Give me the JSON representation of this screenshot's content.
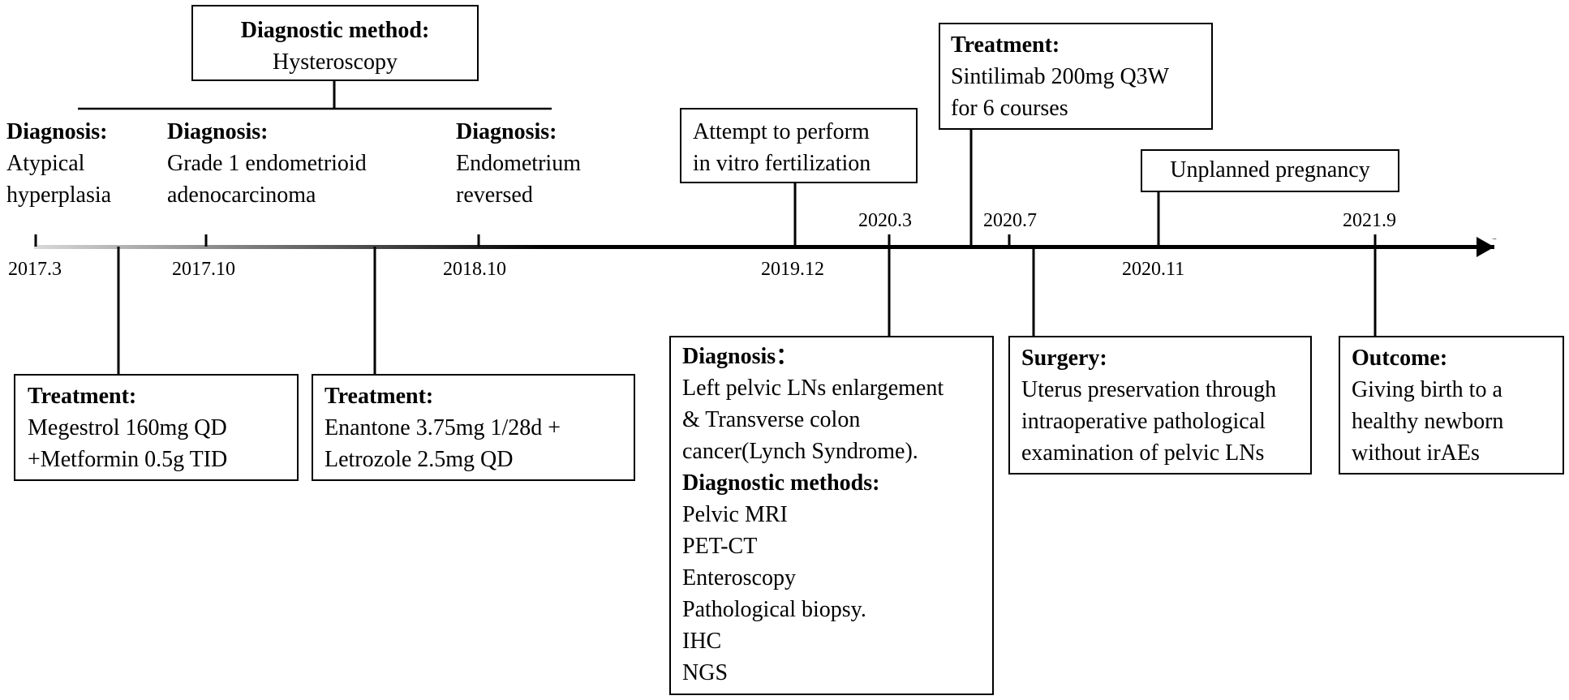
{
  "top_method": {
    "heading": "Diagnostic method:",
    "text": "Hysteroscopy"
  },
  "top_labels": [
    {
      "heading": "Diagnosis:",
      "lines": [
        "Atypical",
        "hyperplasia"
      ]
    },
    {
      "heading": "Diagnosis:",
      "lines": [
        "Grade 1 endometrioid",
        "adenocarcinoma"
      ]
    },
    {
      "heading": "Diagnosis:",
      "lines": [
        "Endometrium",
        "reversed"
      ]
    }
  ],
  "ivf_box": {
    "lines": [
      "Attempt to perform",
      "in vitro fertilization"
    ]
  },
  "sintilimab_box": {
    "heading": "Treatment:",
    "lines": [
      "Sintilimab 200mg Q3W",
      "for 6 courses"
    ]
  },
  "pregnancy_box": {
    "text": "Unplanned pregnancy"
  },
  "dates": [
    "2017.3",
    "2017.10",
    "2018.10",
    "2019.12",
    "2020.3",
    "2020.7",
    "2020.11",
    "2021.9"
  ],
  "bottom_boxes": {
    "treatment1": {
      "heading": "Treatment:",
      "lines": [
        "Megestrol 160mg QD",
        "+Metformin 0.5g TID"
      ]
    },
    "treatment2": {
      "heading": "Treatment:",
      "lines": [
        "Enantone 3.75mg 1/28d +",
        "Letrozole 2.5mg QD"
      ]
    },
    "diagnosis": {
      "heading": "Diagnosis：",
      "lines": [
        "Left pelvic LNs enlargement",
        "& Transverse colon",
        "cancer(Lynch Syndrome)."
      ],
      "methods_heading": "Diagnostic methods:",
      "methods": [
        "Pelvic MRI",
        "PET-CT",
        "Enteroscopy",
        "Pathological biopsy.",
        "IHC",
        "NGS"
      ]
    },
    "surgery": {
      "heading": "Surgery:",
      "lines": [
        "Uterus preservation through",
        "intraoperative pathological",
        "examination of pelvic LNs"
      ]
    },
    "outcome": {
      "heading": "Outcome:",
      "lines": [
        "Giving birth to a",
        "healthy newborn",
        "without irAEs"
      ]
    }
  },
  "colors": {
    "line": "#000000",
    "timeline_start": "#d9d9d9",
    "timeline_end": "#000000"
  }
}
